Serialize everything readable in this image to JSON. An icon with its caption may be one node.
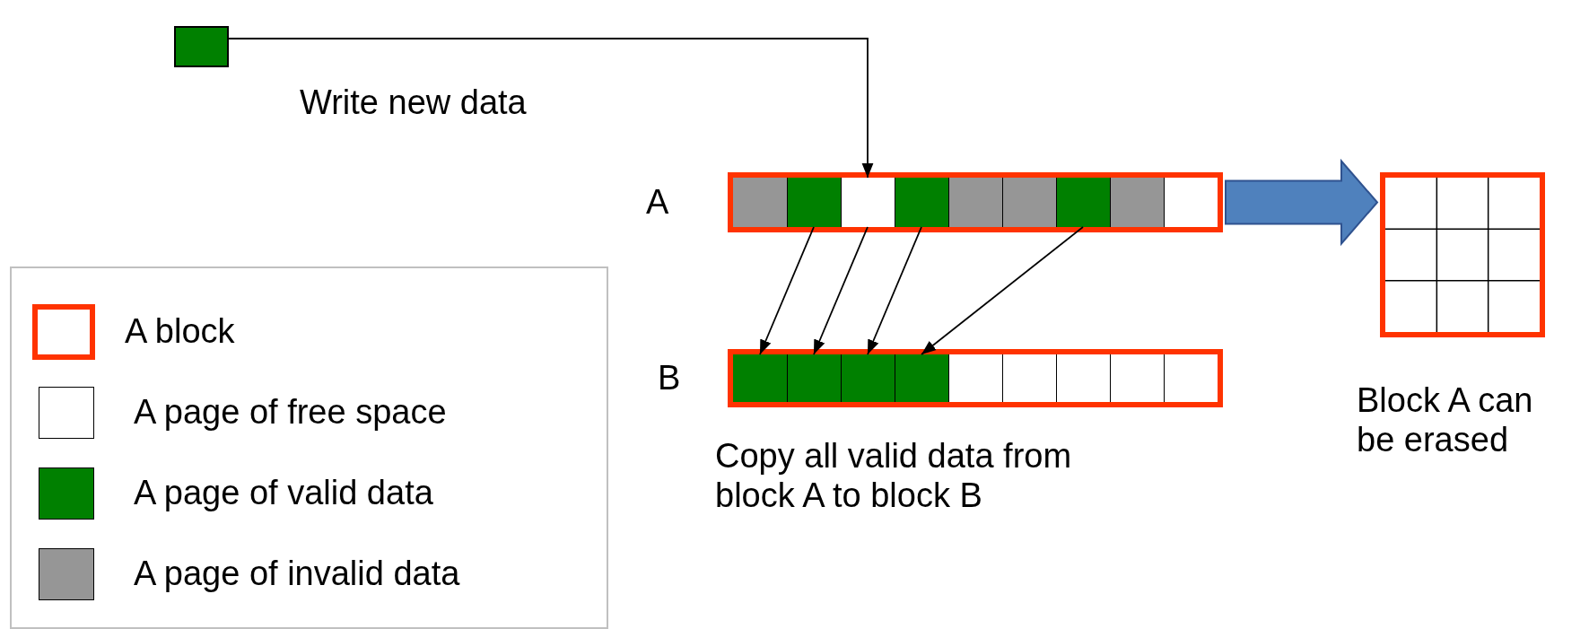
{
  "diagram": {
    "nodes": [
      {
        "text": [],
        "shape": "box"
      },
      {
        "text": [
          "A"
        ]
      },
      {
        "text": [],
        "shape": "box",
        "in": 1
      },
      {
        "text": [],
        "shape": "box",
        "in": 1
      },
      {
        "text": [],
        "shape": "box",
        "in": 1
      },
      {
        "text": [],
        "shape": "box",
        "in": 1
      },
      {
        "text": [],
        "shape": "box",
        "in": 1
      },
      {
        "text": [],
        "shape": "box",
        "in": 1
      },
      {
        "text": [],
        "shape": "box",
        "in": 1
      },
      {
        "text": [],
        "shape": "box",
        "in": 1
      },
      {
        "text": [],
        "shape": "box",
        "in": 1
      },
      {
        "text": [
          "B"
        ]
      },
      {
        "text": [],
        "shape": "box",
        "in": 11
      },
      {
        "text": [],
        "shape": "box",
        "in": 11
      },
      {
        "text": [],
        "shape": "box",
        "in": 11
      },
      {
        "text": [],
        "shape": "box",
        "in": 11
      },
      {
        "text": [],
        "shape": "box",
        "in": 11
      },
      {
        "text": [],
        "shape": "box",
        "in": 11
      },
      {
        "text": [],
        "shape": "box",
        "in": 11
      },
      {
        "text": [],
        "shape": "box",
        "in": 11
      },
      {
        "text": [],
        "shape": "box",
        "in": 11
      },
      {
        "text": [],
        "shape": "box"
      }
    ],
    "edges": [
      {
        "from": 0,
        "to": 4,
        "arrow": "to",
        "label": "Write new data"
      },
      {
        "from": 3,
        "to": 12,
        "arrow": "to"
      },
      {
        "from": 4,
        "to": 13,
        "arrow": "to"
      },
      {
        "from": 5,
        "to": 14,
        "arrow": "to"
      },
      {
        "from": 8,
        "to": 15,
        "arrow": "to"
      },
      {
        "from": 1,
        "to": 21,
        "arrow": "to",
        "style": "thick",
        "color": "#4f81bd"
      }
    ],
    "labels": [
      "Copy all valid data from block A to block B",
      "Block A can be erased"
    ],
    "legend": [
      {
        "text": "A block"
      },
      {
        "text": "A page of free space",
        "color": "#ffffff"
      },
      {
        "text": "A page of valid data",
        "color": "#008000"
      },
      {
        "text": "A page of invalid data",
        "color": "#969696"
      }
    ]
  }
}
